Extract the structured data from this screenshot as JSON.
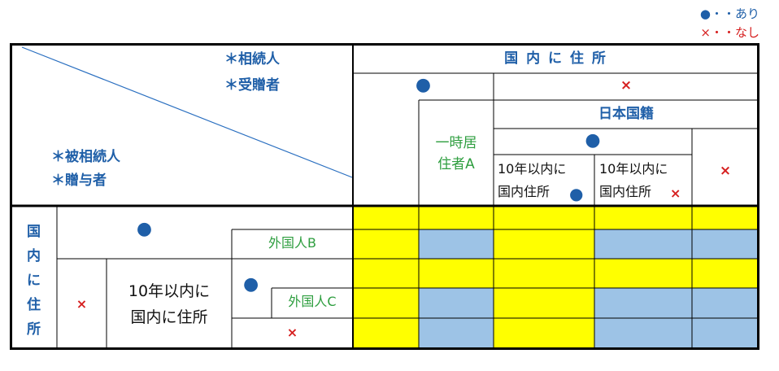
{
  "legend": {
    "yes_mark": "●",
    "yes_text": "・・あり",
    "no_mark": "×",
    "no_text": "・・なし"
  },
  "corner": {
    "heir_label": "＊相続人",
    "donee_label": "＊受贈者",
    "decedent_label": "＊被相続人",
    "donor_label": "＊贈与者"
  },
  "top_header": {
    "domestic_address": "国 内 に 住 所",
    "yes_mark": "●",
    "no_mark": "×",
    "temporary_resident": "一時居\n住者A",
    "japanese_nationality": "日本国籍",
    "jp_yes_mark": "●",
    "jp_no_mark": "×",
    "within_10y_yes": "10年以内に\n国内住所",
    "within_10y_no": "10年以内に\n国内住所",
    "within_10y_yes_mark": "●",
    "within_10y_no_mark": "×"
  },
  "left_header": {
    "domestic_address_vertical": [
      "国",
      "内",
      "に",
      "住",
      "所"
    ],
    "yes_mark": "●",
    "foreigner_b": "外国人B",
    "no_mark": "×",
    "within_10y_domestic": "10年以内に\n国内に住所",
    "sub_yes_mark": "●",
    "foreigner_c": "外国人C",
    "sub_no_mark": "×"
  },
  "colors": {
    "yellow": "#ffff00",
    "blue": "#9dc3e6",
    "border": "#000000",
    "header_blue": "#1f5fa8",
    "green": "#2e9e3f",
    "red": "#d62020"
  },
  "matrix": [
    [
      "yellow",
      "yellow",
      "yellow",
      "yellow",
      "yellow"
    ],
    [
      "yellow",
      "blue",
      "yellow",
      "blue",
      "blue"
    ],
    [
      "yellow",
      "yellow",
      "yellow",
      "yellow",
      "yellow"
    ],
    [
      "yellow",
      "blue",
      "yellow",
      "blue",
      "blue"
    ],
    [
      "yellow",
      "blue",
      "yellow",
      "blue",
      "blue"
    ]
  ]
}
